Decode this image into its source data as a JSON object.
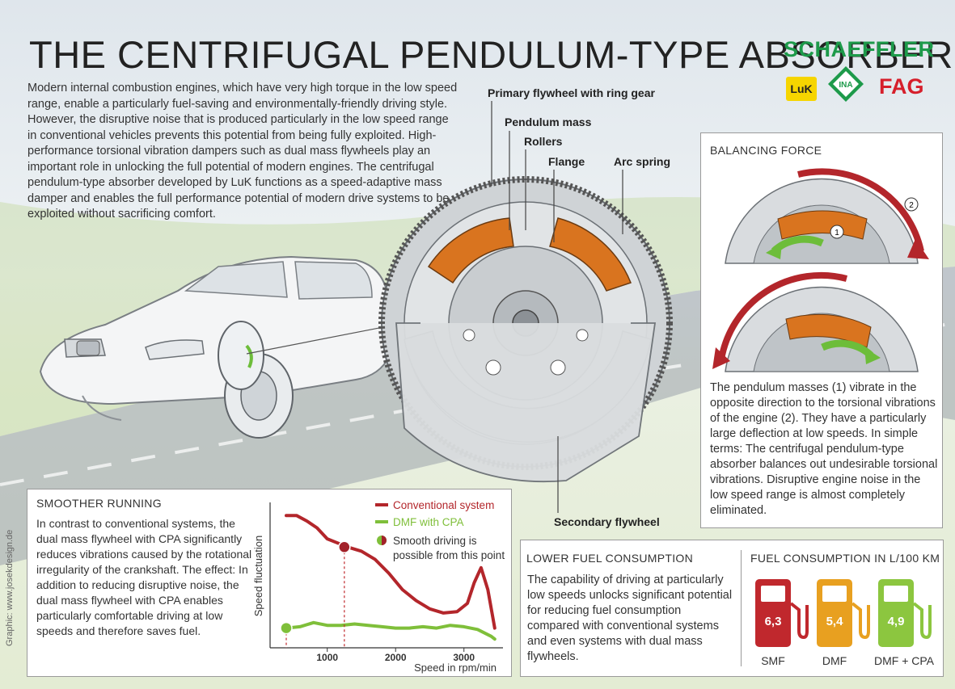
{
  "title": "THE CENTRIFUGAL PENDULUM-TYPE ABSORBER",
  "intro": "Modern internal combustion engines, which have very high torque in the low speed range, enable a particularly fuel-saving and environmentally-friendly driving style. However, the disruptive noise that is produced particularly in the low speed range in conventional vehicles prevents this potential from being fully exploited. High-performance torsional vibration dampers such as dual mass flywheels play an important role in unlocking the full potential of modern engines. The centrifugal pendulum-type absorber developed by LuK functions as a speed-adaptive mass damper and enables the full performance potential of modern drive systems to be exploited without sacrificing comfort.",
  "brands": {
    "schaeffler": "SCHAEFFLER",
    "luk": "LuK",
    "ina": "INA",
    "fag": "FAG"
  },
  "labels": {
    "primary_flywheel": "Primary flywheel with ring gear",
    "pendulum_mass": "Pendulum mass",
    "rollers": "Rollers",
    "flange": "Flange",
    "arc_spring": "Arc spring",
    "secondary_flywheel": "Secondary flywheel"
  },
  "balancing": {
    "title": "BALANCING FORCE",
    "marker1": "1",
    "marker2": "2",
    "text": "The pendulum masses (1) vibrate in the opposite direction to the torsional vibrations of the engine (2). They have a particularly large deflection at low speeds. In simple terms: The centrifugal pendulum-type absorber balances out undesirable torsional vibrations. Disruptive engine noise in the low speed range is almost completely eliminated."
  },
  "smoother": {
    "title": "SMOOTHER RUNNING",
    "text": "In contrast to conventional systems, the dual mass flywheel with CPA significantly reduces vibrations caused by the rotational irregularity of the crankshaft. The effect: In addition to reducing  disruptive noise, the dual mass flywheel with CPA enables particularly comfortable driving at low speeds and therefore saves fuel."
  },
  "lower_fuel": {
    "title": "LOWER FUEL CONSUMPTION",
    "text": "The capability of driving at particularly low speeds unlocks significant potential for reducing fuel consumption compared with conventional systems and even systems with dual mass flywheels."
  },
  "fuel_chart": {
    "title": "FUEL CONSUMPTION IN L/100 KM",
    "items": [
      {
        "label": "SMF",
        "value": "6,3",
        "color": "#c0282d"
      },
      {
        "label": "DMF",
        "value": "5,4",
        "color": "#e8a020"
      },
      {
        "label": "DMF + CPA",
        "value": "4,9",
        "color": "#8cc63f"
      }
    ]
  },
  "chart_data": {
    "type": "line",
    "xlabel": "Speed in rpm/min",
    "ylabel": "Speed fluctuation",
    "xticks": [
      1000,
      2000,
      3000
    ],
    "xlim": [
      400,
      3500
    ],
    "ylim": [
      0,
      100
    ],
    "series": [
      {
        "name": "Conventional system",
        "color": "#b3262b",
        "x": [
          400,
          550,
          700,
          850,
          1000,
          1150,
          1300,
          1500,
          1700,
          1900,
          2100,
          2300,
          2500,
          2700,
          2900,
          3050,
          3150,
          3250,
          3350,
          3450
        ],
        "y": [
          94,
          94,
          90,
          85,
          77,
          74,
          71,
          68,
          62,
          52,
          40,
          32,
          26,
          23,
          24,
          30,
          45,
          56,
          40,
          12
        ]
      },
      {
        "name": "DMF with CPA",
        "color": "#7fbf3a",
        "x": [
          400,
          600,
          800,
          1000,
          1200,
          1400,
          1600,
          1800,
          2000,
          2200,
          2400,
          2600,
          2800,
          3000,
          3200,
          3400,
          3450
        ],
        "y": [
          12,
          13,
          16,
          14,
          14,
          15,
          14,
          13,
          12,
          12,
          13,
          12,
          14,
          13,
          11,
          6,
          4
        ]
      }
    ],
    "annotation": {
      "text": "Smooth driving is possible from this point",
      "points": [
        [
          400,
          12
        ],
        [
          1250,
          71
        ]
      ]
    }
  },
  "credit": "Graphic: www.josekdesign.de"
}
